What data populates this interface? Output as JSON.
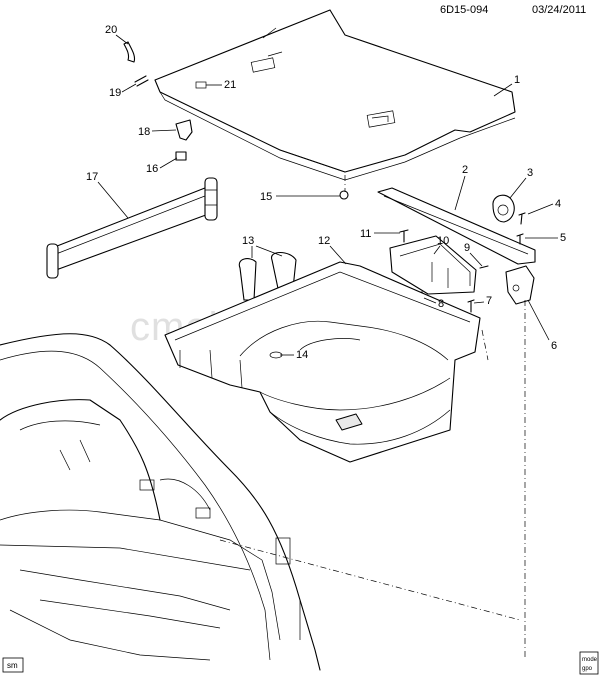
{
  "header": {
    "code": "6D15-094",
    "date": "03/24/2011"
  },
  "watermark": "cmeklad.ru",
  "corner_tags": {
    "left": "sm",
    "right_top": "mode",
    "right_bottom": "gpo"
  },
  "callouts": [
    "1",
    "2",
    "3",
    "4",
    "5",
    "6",
    "7",
    "8",
    "9",
    "10",
    "11",
    "12",
    "13",
    "14",
    "15",
    "16",
    "17",
    "18",
    "19",
    "20",
    "21"
  ]
}
